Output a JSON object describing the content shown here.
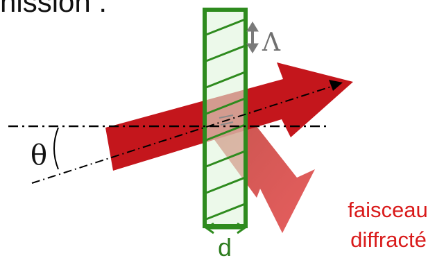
{
  "header": {
    "fragment": "nission :"
  },
  "labels": {
    "lambda": "Λ",
    "theta": "θ",
    "thickness": "d",
    "diffracted_line1": "faisceau",
    "diffracted_line2": "diffracté"
  },
  "colors": {
    "incident_beam": "#c4161c",
    "diffracted_beam": "#e04a4a",
    "grating_border": "#2e8b1e",
    "grating_fill": "#dff5dc",
    "fringe": "#2e8b1e",
    "axis": "#000000",
    "period_marker": "#7a7a7a",
    "label_red": "#d91a1a"
  }
}
